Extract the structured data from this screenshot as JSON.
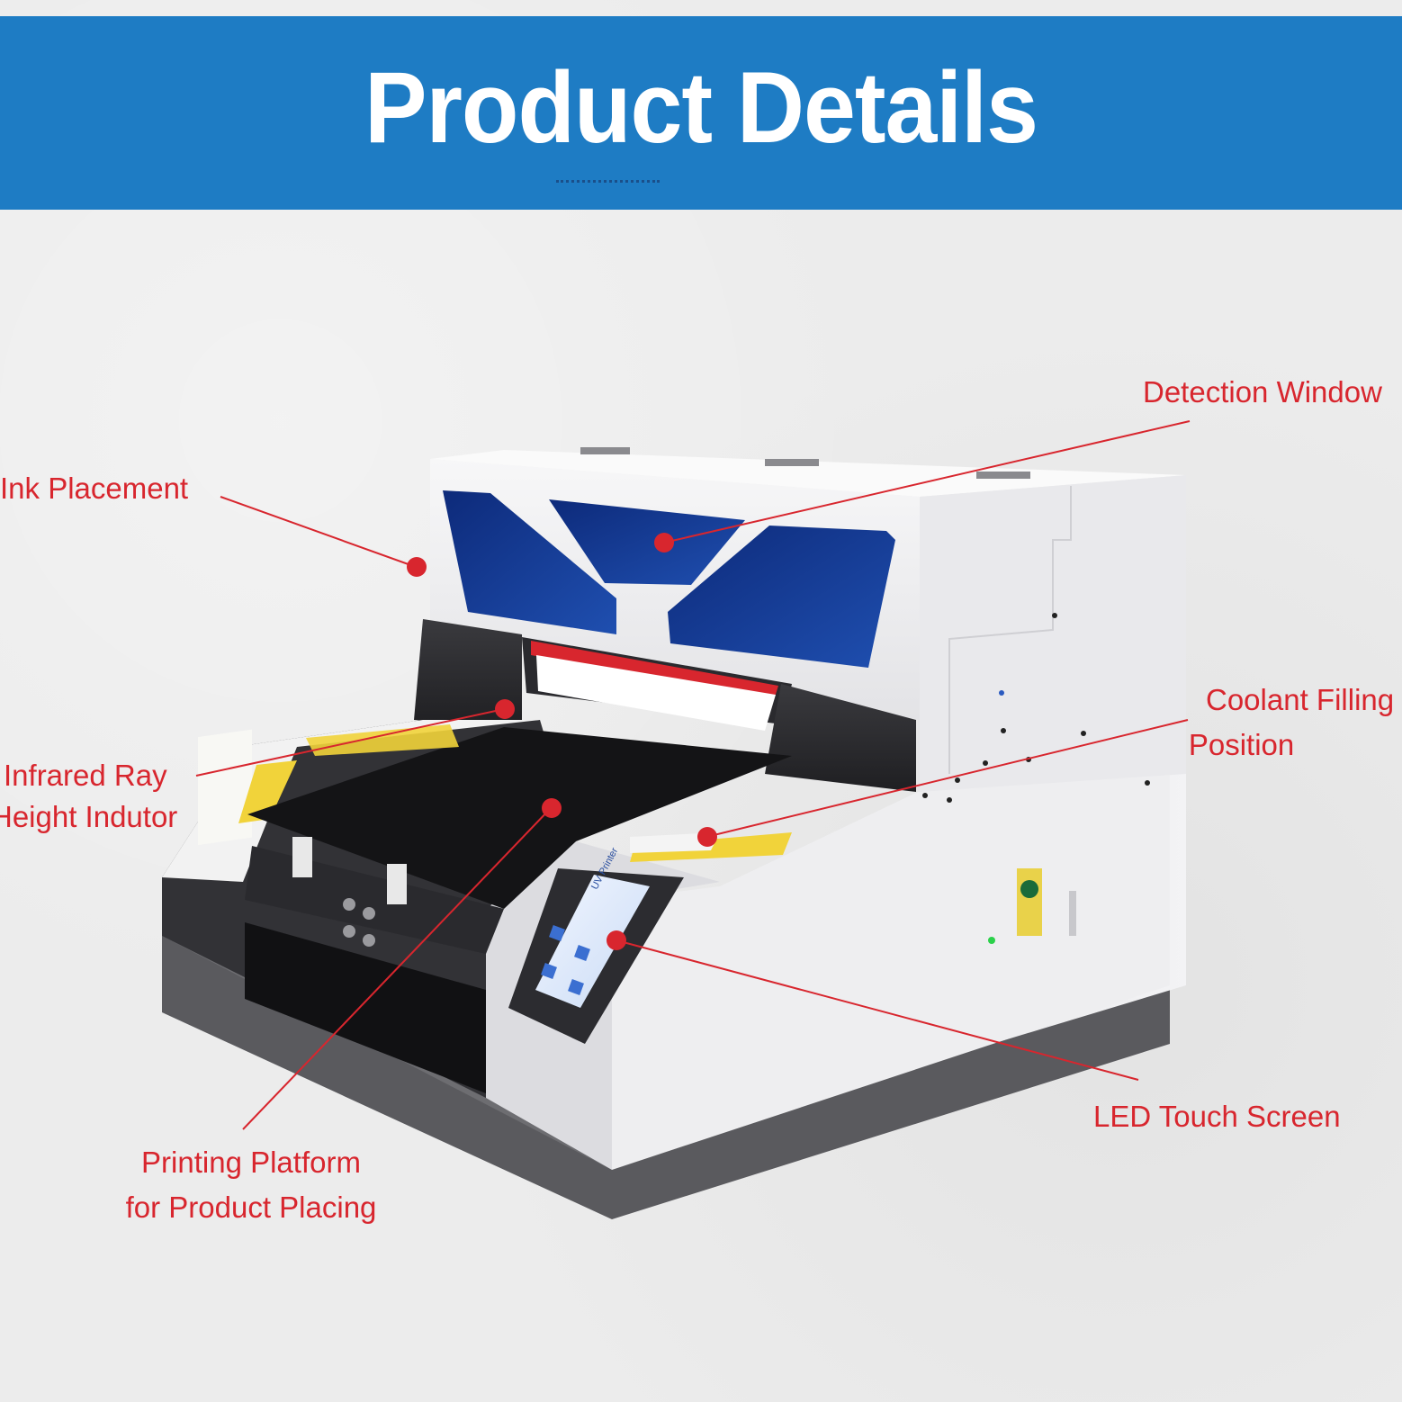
{
  "banner": {
    "title": "Product Details",
    "color": "#1e7cc4"
  },
  "accent": "#d8262e",
  "labels": {
    "detection_window": "Detection Window",
    "ink_placement": "Ink Placement",
    "coolant_line1": "Coolant Filling",
    "coolant_line2": "Position",
    "infrared_line1": "Infrared Ray",
    "infrared_line2": "Height Indutor",
    "led_touch_screen": "LED Touch Screen",
    "platform_line1": "Printing Platform",
    "platform_line2": "for Product Placing"
  },
  "screen": {
    "title": "UV Printer"
  }
}
